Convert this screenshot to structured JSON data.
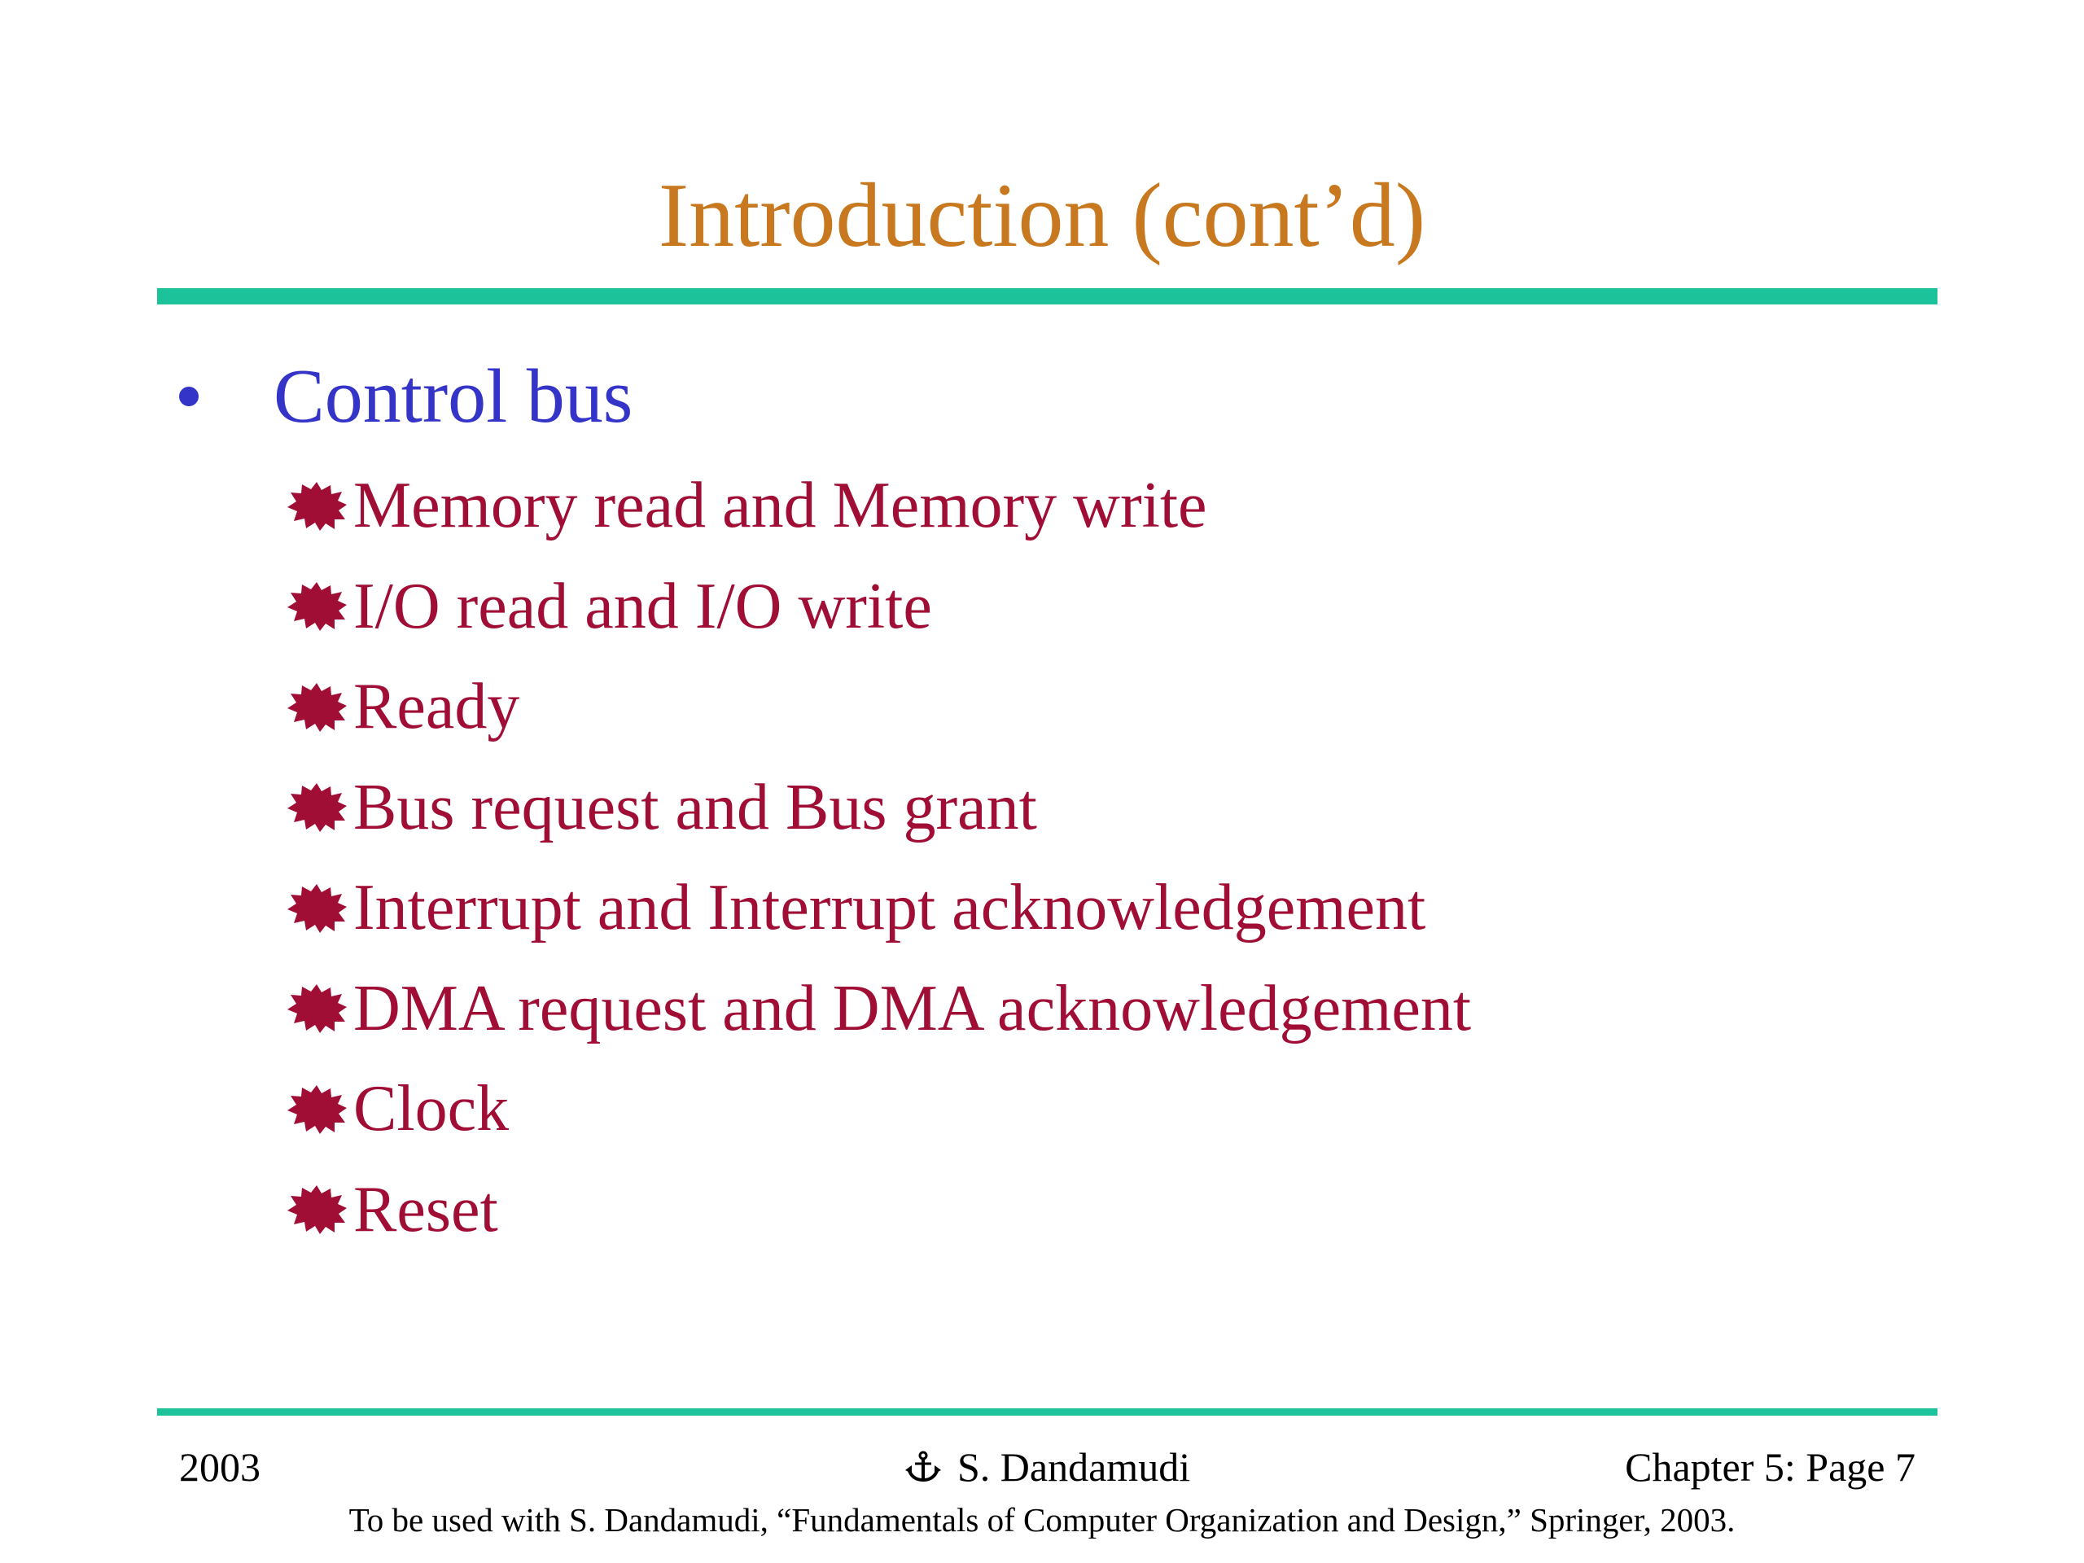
{
  "slide": {
    "title": "Introduction (cont’d)"
  },
  "content": {
    "bullet": "Control bus",
    "sub_items": [
      "Memory read and Memory write",
      "I/O read and I/O write",
      "Ready",
      "Bus request and Bus grant",
      "Interrupt and Interrupt acknowledgement",
      "DMA request and DMA acknowledgement",
      "Clock",
      "Reset"
    ],
    "sub_bullet_icon": "starburst-icon"
  },
  "footer": {
    "year": "2003",
    "author_icon": "anchor-icon",
    "author": "S. Dandamudi",
    "page": "Chapter 5: Page 7",
    "note": "To be used with S. Dandamudi, “Fundamentals of Computer Organization and Design,” Springer, 2003."
  },
  "colors": {
    "title": "#C8781E",
    "rule": "#1CC39A",
    "bullet": "#3434C8",
    "sub_item": "#A10E35",
    "footer_text": "#000000"
  }
}
